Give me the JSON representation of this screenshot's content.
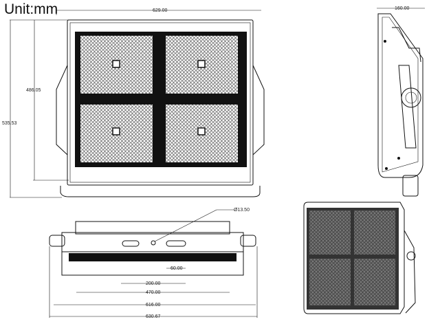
{
  "unit_label": "Unit:mm",
  "front_view": {
    "width": "629.00",
    "height_inner": "486.05",
    "height_total": "535.53"
  },
  "side_view": {
    "depth": "160.00"
  },
  "bottom_view": {
    "hole_diameter": "Ø13.50",
    "slot": "60.00",
    "bracket_holes": "200.00",
    "mount_span": "470.00",
    "body_width": "616.00",
    "overall_width": "630.67"
  },
  "colors": {
    "line": "#111111",
    "background": "#ffffff"
  }
}
